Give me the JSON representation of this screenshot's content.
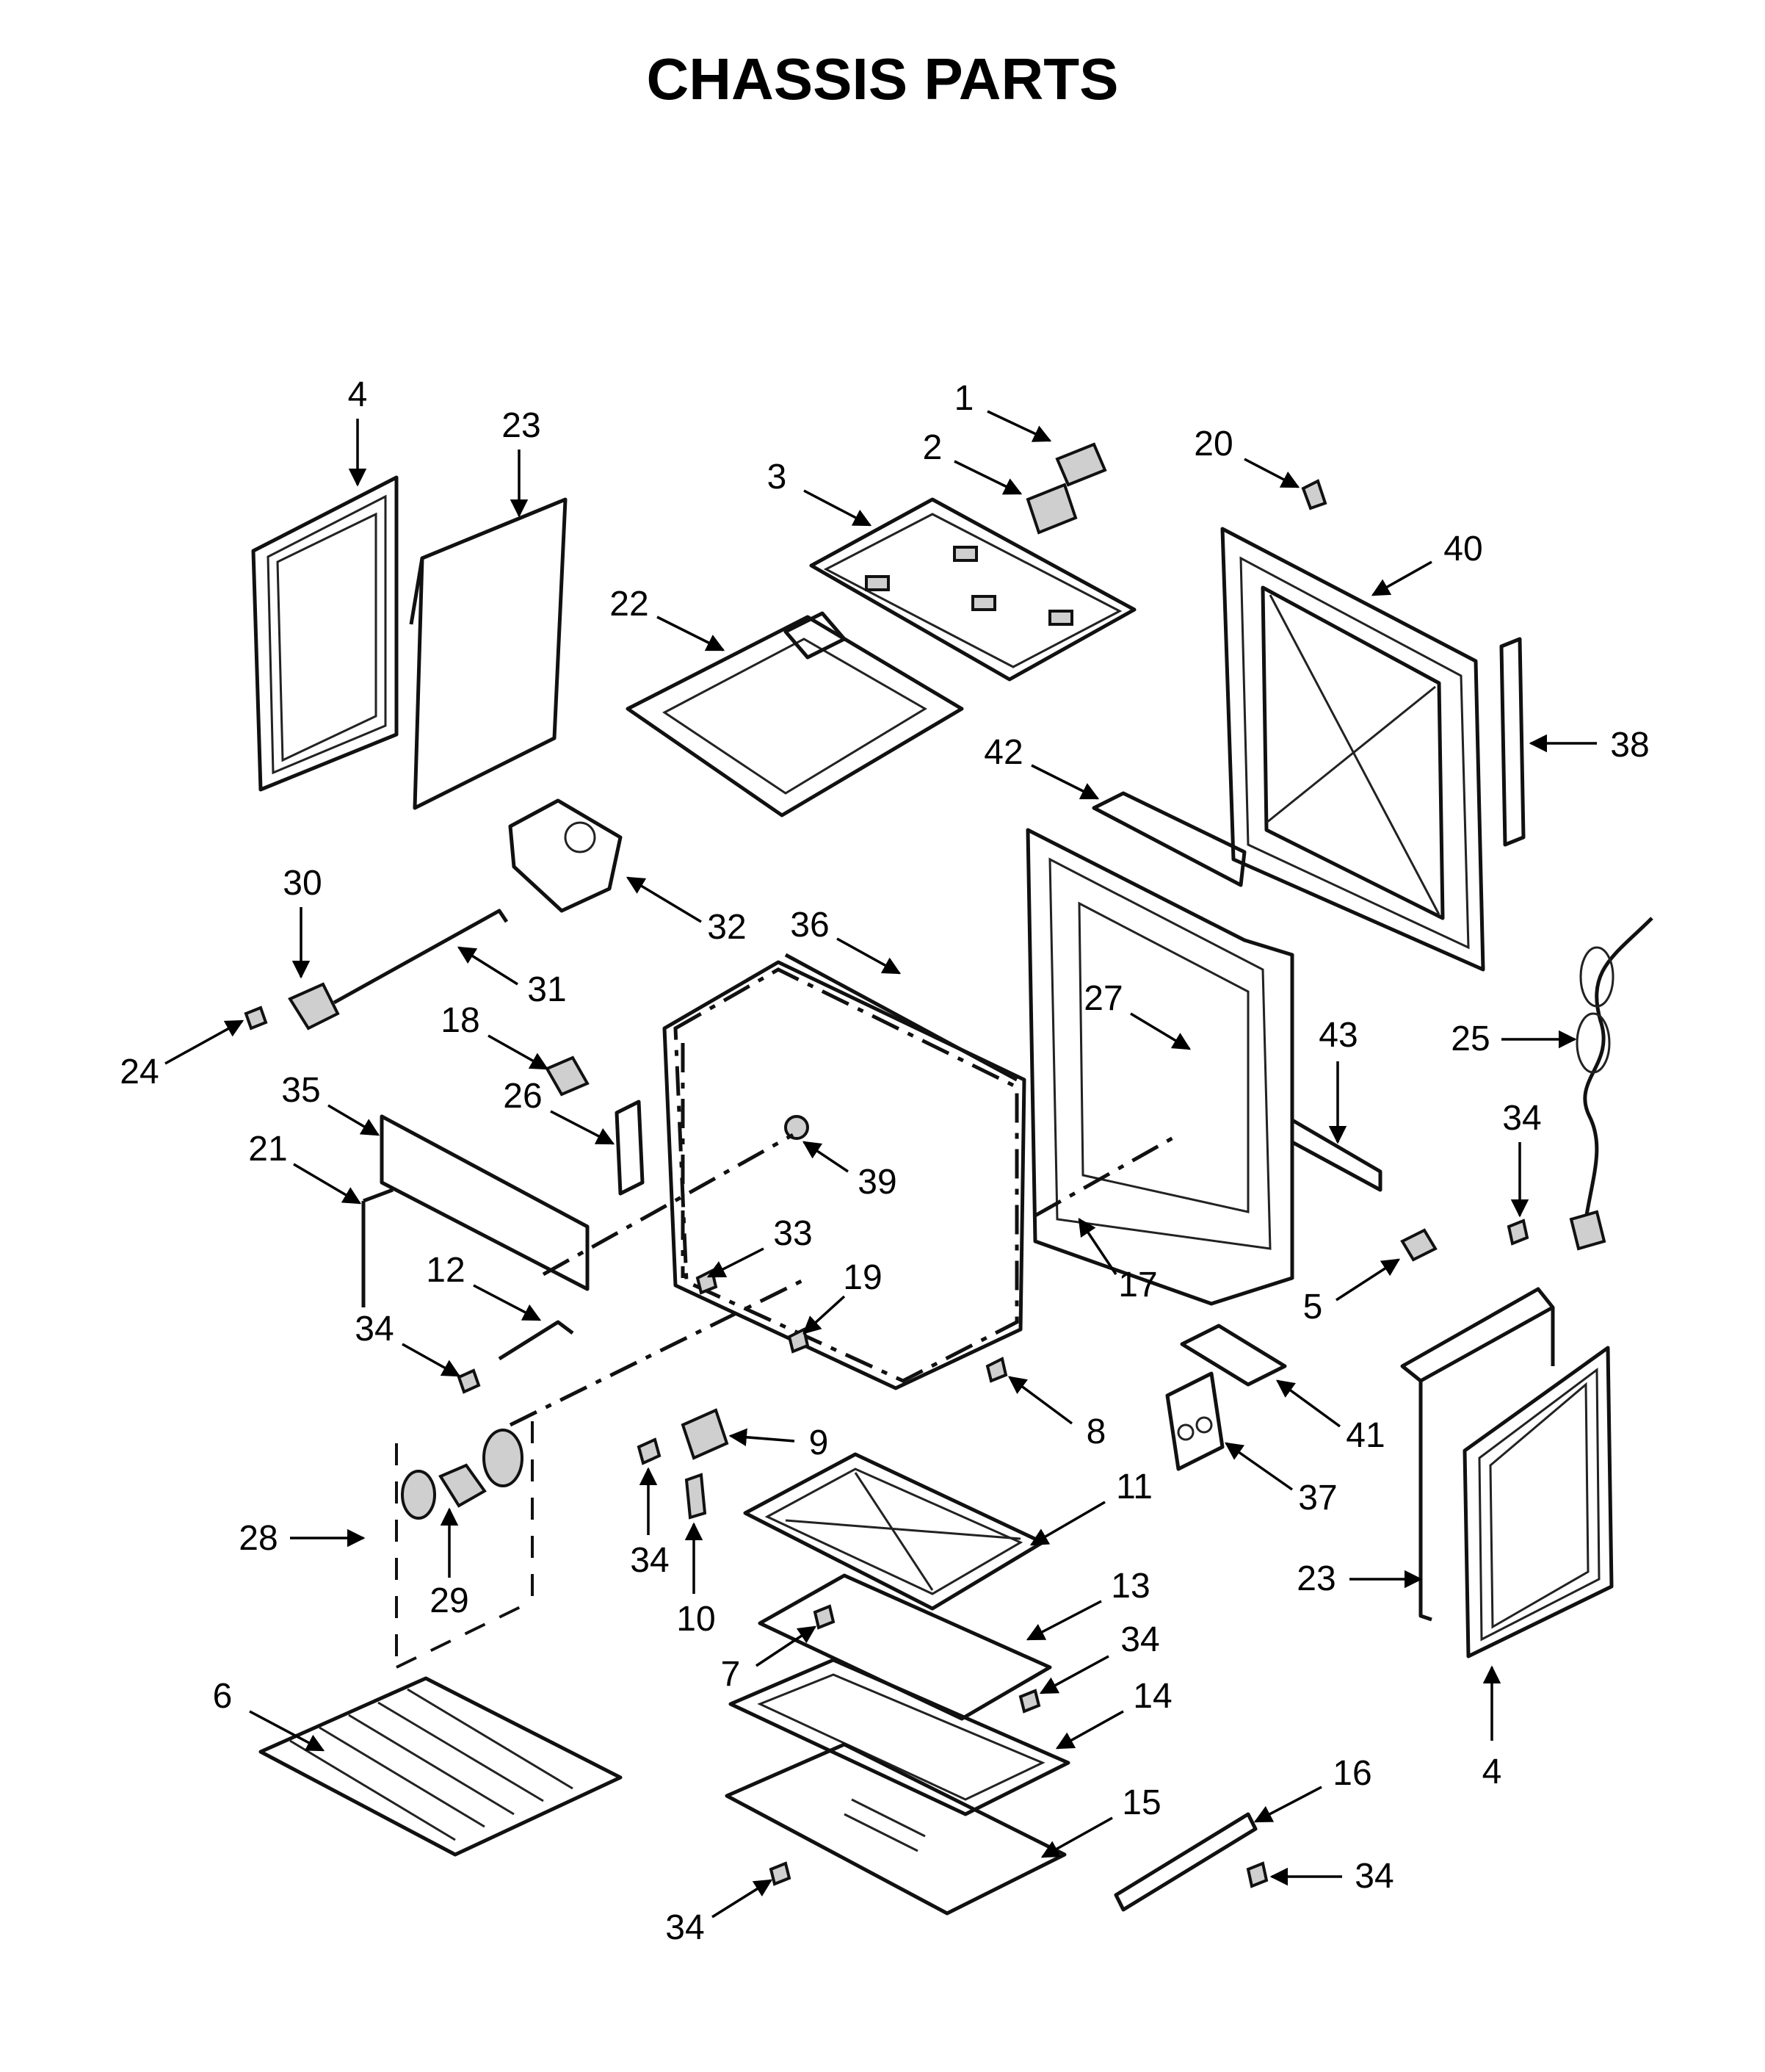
{
  "title": "CHASSIS PARTS",
  "callouts": [
    "1",
    "2",
    "3",
    "4",
    "5",
    "6",
    "7",
    "8",
    "9",
    "10",
    "11",
    "12",
    "13",
    "14",
    "15",
    "16",
    "17",
    "18",
    "19",
    "20",
    "21",
    "22",
    "23",
    "24",
    "25",
    "26",
    "27",
    "28",
    "29",
    "30",
    "31",
    "32",
    "33",
    "34",
    "35",
    "36",
    "37",
    "38",
    "39",
    "40",
    "41",
    "42",
    "43"
  ]
}
